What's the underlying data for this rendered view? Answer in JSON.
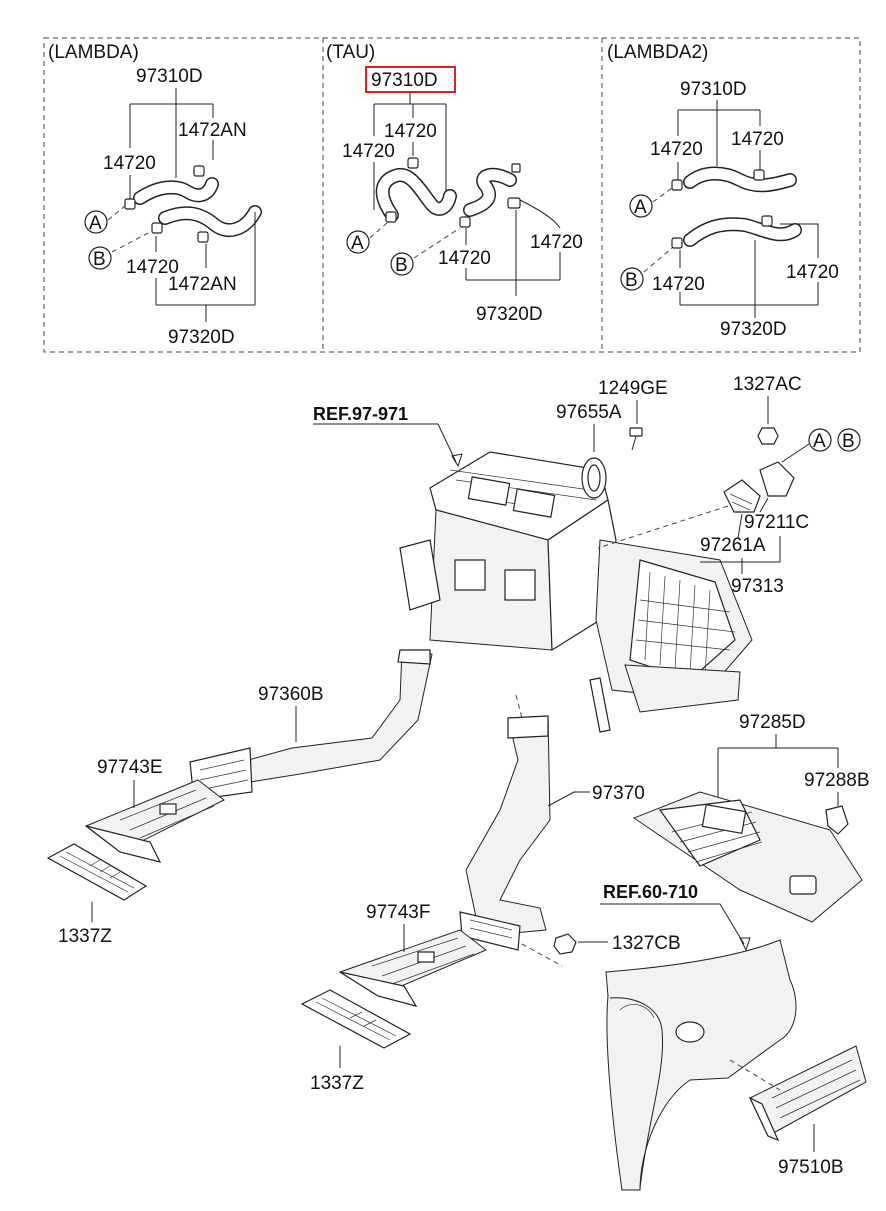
{
  "panels": {
    "lambda": {
      "header": "(LAMBDA)",
      "upper_hose": "97310D",
      "clamp_top_left": "14720",
      "clamp_top_right": "1472AN",
      "clamp_bottom_left": "14720",
      "clamp_bottom_right": "1472AN",
      "lower_hose": "97320D",
      "marker_a": "A",
      "marker_b": "B"
    },
    "tau": {
      "header": "(TAU)",
      "upper_hose": "97310D",
      "clamp_upper_right": "14720",
      "clamp_upper_left": "14720",
      "clamp_lower_right": "14720",
      "clamp_lower_mid": "14720",
      "lower_hose": "97320D",
      "marker_a": "A",
      "marker_b": "B"
    },
    "lambda2": {
      "header": "(LAMBDA2)",
      "upper_hose": "97310D",
      "clamp_upper_left": "14720",
      "clamp_upper_right": "14720",
      "clamp_lower_left": "14720",
      "clamp_lower_right": "14720",
      "lower_hose": "97320D",
      "marker_a": "A",
      "marker_b": "B"
    }
  },
  "main": {
    "ref_heater": "REF.97-971",
    "bolt": "1249GE",
    "seal": "97655A",
    "nut_top": "1327AC",
    "marker_a": "A",
    "marker_b": "B",
    "cover_c": "97211C",
    "cover_a": "97261A",
    "cover_assy": "97313",
    "duct_left": "97360B",
    "vent_e": "97743E",
    "grille_left": "1337Z",
    "duct_center": "97370",
    "vent_f": "97743F",
    "grille_center": "1337Z",
    "nut_cb": "1327CB",
    "duct_assy_right": "97285D",
    "bracket": "97288B",
    "ref_floor": "REF.60-710",
    "vent_rear": "97510B"
  },
  "colors": {
    "highlight": "#e0201b",
    "line": "#222222"
  }
}
